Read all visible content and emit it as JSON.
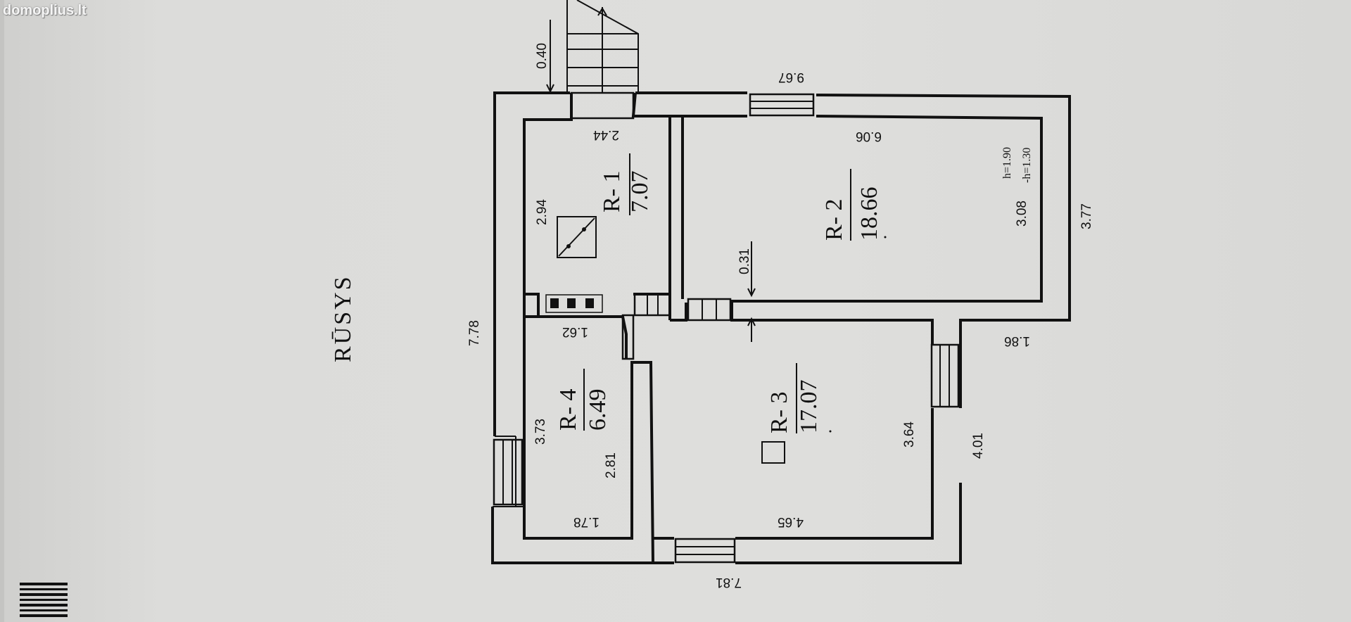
{
  "watermark": "domoplius.lt",
  "plan": {
    "title": "RŪSYS",
    "rooms": [
      {
        "label": "R- 1",
        "area": "7.07"
      },
      {
        "label": "R- 2",
        "area": "18.66"
      },
      {
        "label": "R- 3",
        "area": "17.07"
      },
      {
        "label": "R- 4",
        "area": "6.49"
      }
    ],
    "dimensions": {
      "stair_offset": "0.40",
      "top_outer": "9.67",
      "r1_width": "2.44",
      "r1_height": "2.94",
      "r2_width": "6.06",
      "r2_height": "3.08",
      "right_outer": "3.77",
      "wall_gap": "0.31",
      "left_outer": "7.78",
      "r4_top": "1.62",
      "r4_height": "3.73",
      "r4_inner": "2.81",
      "r4_bottom": "1.78",
      "step_width": "1.86",
      "r3_height": "3.64",
      "r3_right_outer": "4.01",
      "r3_bottom": "4.65",
      "bottom_outer": "7.81"
    },
    "heights": {
      "h1": "h=1.90",
      "h2": "-h=1.30"
    }
  }
}
